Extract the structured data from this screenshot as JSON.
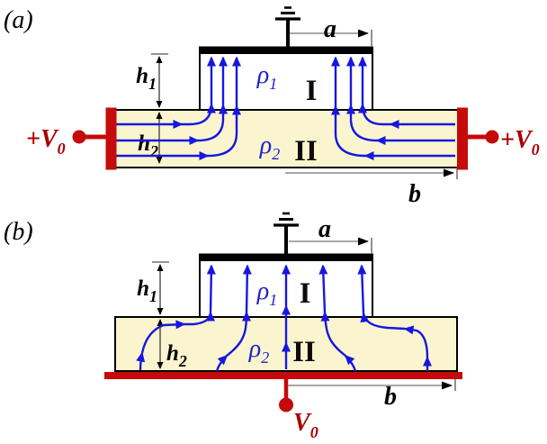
{
  "colors": {
    "medium_cream": "#FAF5CF",
    "region1_white": "#FFFFFF",
    "electrode_red": "#C40A0A",
    "terminal_text_red": "#AA0000",
    "current_line_blue": "#1717E0",
    "outline_black": "#000000",
    "dimension_gray": "#8A8A8A"
  },
  "panel_a": {
    "tag": "(a)",
    "terminal_left": {
      "main": "+V",
      "sub": "0"
    },
    "terminal_right": {
      "main": "+V",
      "sub": "0"
    },
    "dim_a": "a",
    "dim_b": "b",
    "dim_h1": {
      "main": "h",
      "sub": "1"
    },
    "dim_h2": {
      "main": "h",
      "sub": "2"
    },
    "rho1": {
      "main": "ρ",
      "sub": "1"
    },
    "rho2": {
      "main": "ρ",
      "sub": "2"
    },
    "region_upper": "I",
    "region_lower": "II"
  },
  "panel_b": {
    "tag": "(b)",
    "terminal_bottom": {
      "main": "V",
      "sub": "0"
    },
    "dim_a": "a",
    "dim_b": "b",
    "dim_h1": {
      "main": "h",
      "sub": "1"
    },
    "dim_h2": {
      "main": "h",
      "sub": "2"
    },
    "rho1": {
      "main": "ρ",
      "sub": "1"
    },
    "rho2": {
      "main": "ρ",
      "sub": "2"
    },
    "region_upper": "I",
    "region_lower": "II"
  }
}
